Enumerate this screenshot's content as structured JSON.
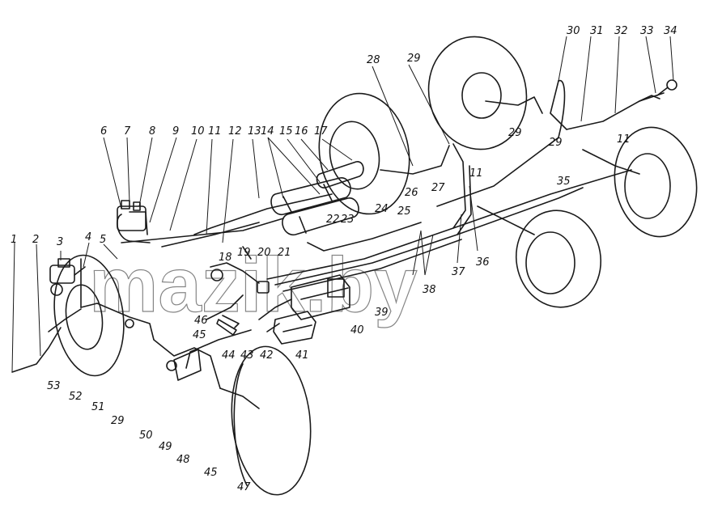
{
  "watermark": "mazik.by",
  "callouts": [
    "1",
    "2",
    "3",
    "4",
    "5",
    "6",
    "7",
    "8",
    "9",
    "10",
    "11",
    "12",
    "13",
    "14",
    "15",
    "16",
    "17",
    "18",
    "19",
    "20",
    "21",
    "22",
    "23",
    "24",
    "25",
    "26",
    "27",
    "28",
    "29",
    "30",
    "31",
    "32",
    "33",
    "34",
    "35",
    "36",
    "37",
    "38",
    "39",
    "40",
    "41",
    "42",
    "43",
    "44",
    "45",
    "46",
    "47",
    "48",
    "49",
    "50",
    "51",
    "52",
    "53"
  ]
}
